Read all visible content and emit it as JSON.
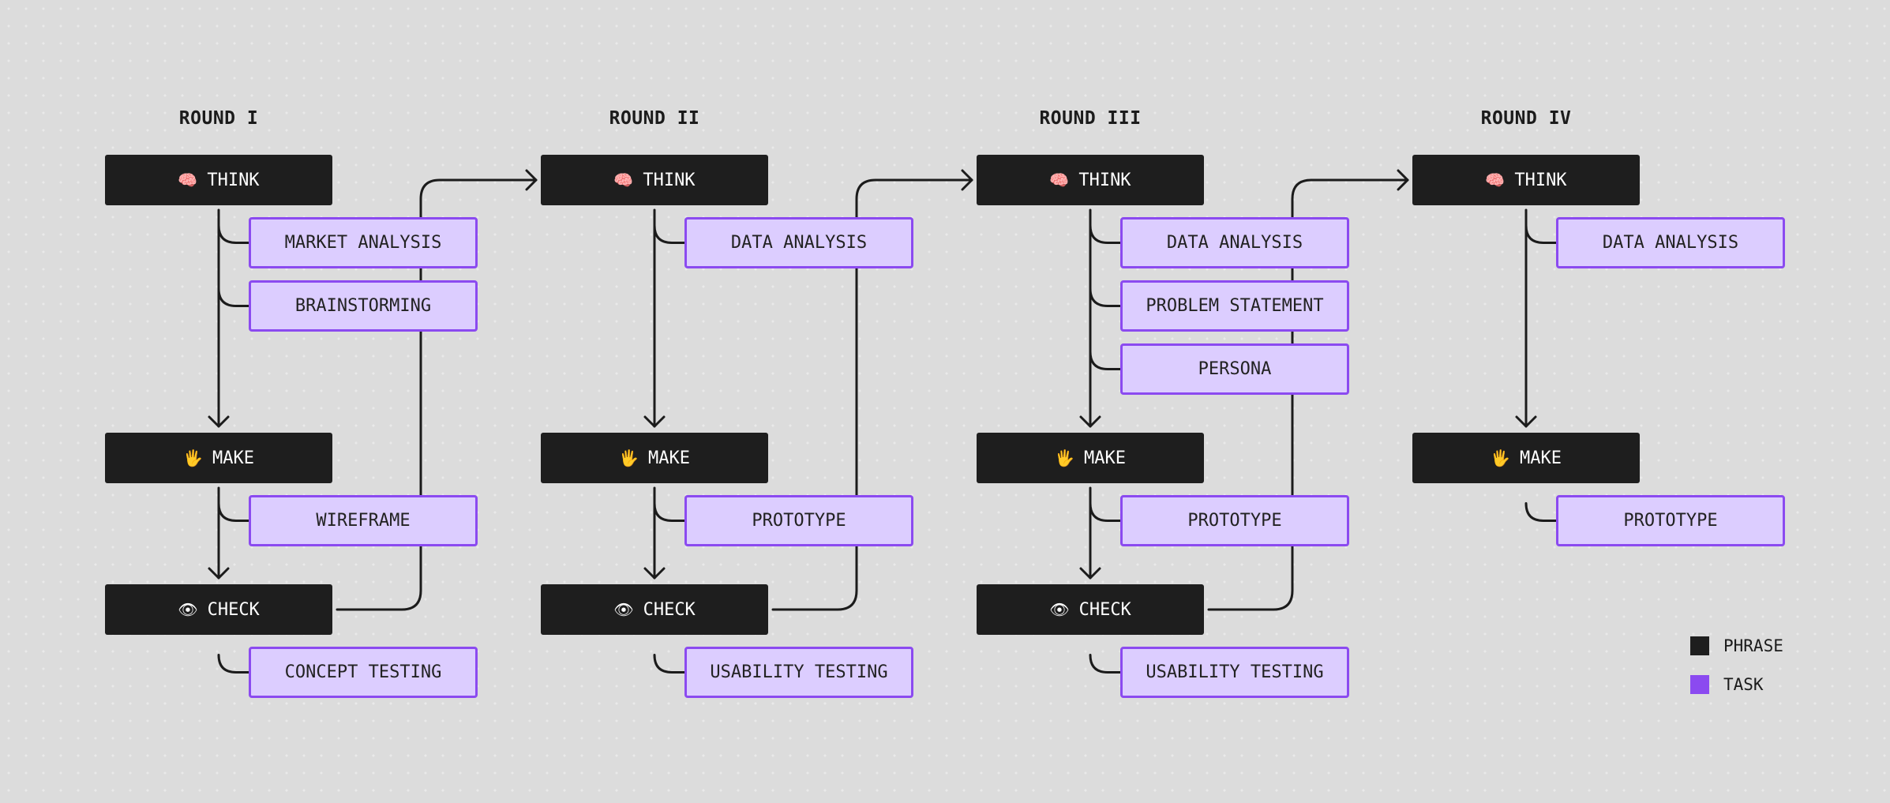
{
  "colors": {
    "background": "#dcdcdc",
    "phase_fill": "#1e1e1e",
    "phase_text": "#ffffff",
    "task_fill": "#dccdff",
    "task_border": "#8b4af0",
    "connector": "#1b1b1b",
    "legend_task": "#8b4af0"
  },
  "rounds": [
    {
      "title": "ROUND I",
      "think": {
        "label": "THINK",
        "icon": "🧠",
        "tasks": [
          "MARKET ANALYSIS",
          "BRAINSTORMING"
        ]
      },
      "make": {
        "label": "MAKE",
        "icon": "🖐",
        "tasks": [
          "WIREFRAME"
        ]
      },
      "check": {
        "label": "CHECK",
        "icon": "👁",
        "tasks": [
          "CONCEPT TESTING"
        ]
      }
    },
    {
      "title": "ROUND II",
      "think": {
        "label": "THINK",
        "icon": "🧠",
        "tasks": [
          "DATA ANALYSIS"
        ]
      },
      "make": {
        "label": "MAKE",
        "icon": "🖐",
        "tasks": [
          "PROTOTYPE"
        ]
      },
      "check": {
        "label": "CHECK",
        "icon": "👁",
        "tasks": [
          "USABILITY TESTING"
        ]
      }
    },
    {
      "title": "ROUND III",
      "think": {
        "label": "THINK",
        "icon": "🧠",
        "tasks": [
          "DATA ANALYSIS",
          "PROBLEM STATEMENT",
          "PERSONA"
        ]
      },
      "make": {
        "label": "MAKE",
        "icon": "🖐",
        "tasks": [
          "PROTOTYPE"
        ]
      },
      "check": {
        "label": "CHECK",
        "icon": "👁",
        "tasks": [
          "USABILITY TESTING"
        ]
      }
    },
    {
      "title": "ROUND IV",
      "think": {
        "label": "THINK",
        "icon": "🧠",
        "tasks": [
          "DATA ANALYSIS"
        ]
      },
      "make": {
        "label": "MAKE",
        "icon": "🖐",
        "tasks": [
          "PROTOTYPE"
        ]
      }
    }
  ],
  "legend": {
    "phrase_label": "PHRASE",
    "task_label": "TASK"
  }
}
